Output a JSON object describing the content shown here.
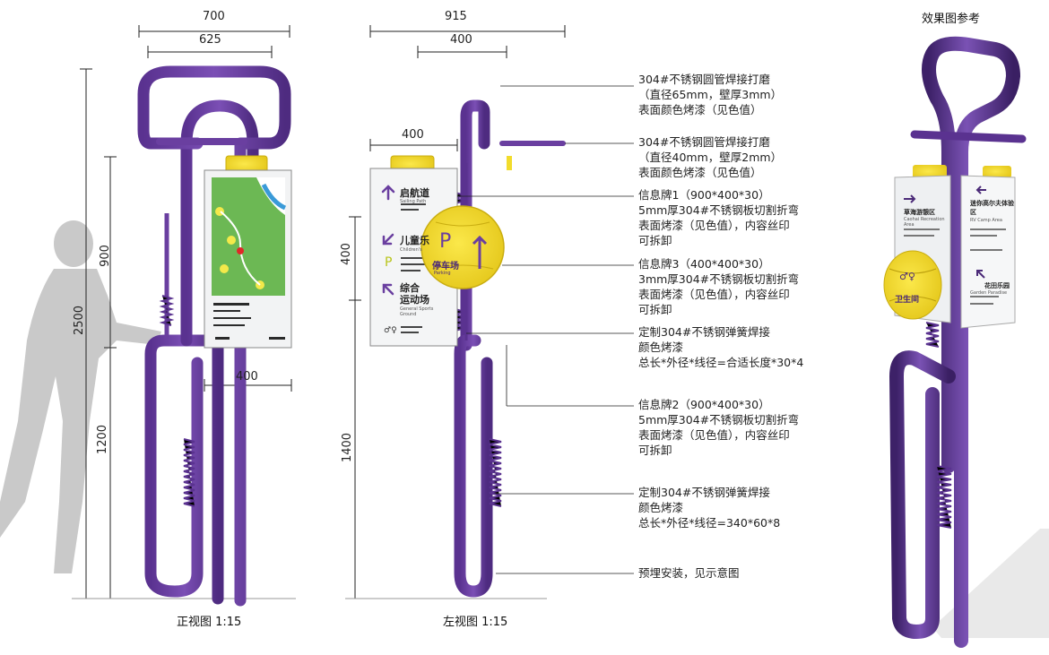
{
  "views": {
    "front_caption": "正视图 1:15",
    "left_caption": "左视图 1:15",
    "render_caption": "效果图参考"
  },
  "dimensions": {
    "front_top_outer": "700",
    "front_top_inner": "625",
    "front_sign_width": "400",
    "front_height_total": "2500",
    "front_height_upper": "900",
    "front_height_lower": "1200",
    "side_top_outer": "915",
    "side_top_inner": "400",
    "side_sign_width": "400",
    "side_height_sign": "400",
    "side_height_lower": "1400"
  },
  "annotations": [
    {
      "lines": [
        "304#不锈钢圆管焊接打磨",
        "（直径65mm，壁厚3mm）",
        "表面颜色烤漆（见色值）"
      ]
    },
    {
      "lines": [
        "304#不锈钢圆管焊接打磨",
        "（直径40mm，壁厚2mm）",
        "表面颜色烤漆（见色值）"
      ]
    },
    {
      "lines": [
        "信息牌1（900*400*30）",
        "5mm厚304#不锈钢板切割折弯",
        "表面烤漆（见色值），内容丝印",
        "可拆卸"
      ]
    },
    {
      "lines": [
        "信息牌3（400*400*30）",
        "3mm厚304#不锈钢板切割折弯",
        "表面烤漆（见色值），内容丝印",
        "可拆卸"
      ]
    },
    {
      "lines": [
        "定制304#不锈钢弹簧焊接",
        "颜色烤漆",
        "总长*外径*线径=合适长度*30*4"
      ]
    },
    {
      "lines": [
        "信息牌2（900*400*30）",
        "5mm厚304#不锈钢板切割折弯",
        "表面烤漆（见色值），内容丝印",
        "可拆卸"
      ]
    },
    {
      "lines": [
        "定制304#不锈钢弹簧焊接",
        "颜色烤漆",
        "总长*外径*线径=340*60*8"
      ]
    },
    {
      "lines": [
        "预埋安装，见示意图"
      ]
    }
  ],
  "side_sign": {
    "items": [
      {
        "cn": "启航道",
        "en": "Sailing Path"
      },
      {
        "cn": "儿童乐",
        "en": "Children's"
      },
      {
        "cn": "综合\n运动场",
        "en": "General Sports Ground"
      }
    ],
    "parking_cn": "停车场",
    "parking_en": "Parking"
  },
  "render_sign": {
    "left_items": [
      {
        "cn": "草海游憩区",
        "en": "Caohai Recreation Area"
      }
    ],
    "right_items": [
      {
        "cn": "迷你高尔夫体验区",
        "en": "RV Camp Area"
      },
      {
        "cn": "花田乐园",
        "en": "Garden Paradise"
      }
    ],
    "toilet_label": "卫生间"
  },
  "colors": {
    "purple": "#6a3fa0",
    "purple_dark": "#4b2a78",
    "yellow": "#f2dc2c",
    "sign_white": "#f4f5f6",
    "map_green": "#5fb04a",
    "silhouette": "#c8c8c8"
  }
}
